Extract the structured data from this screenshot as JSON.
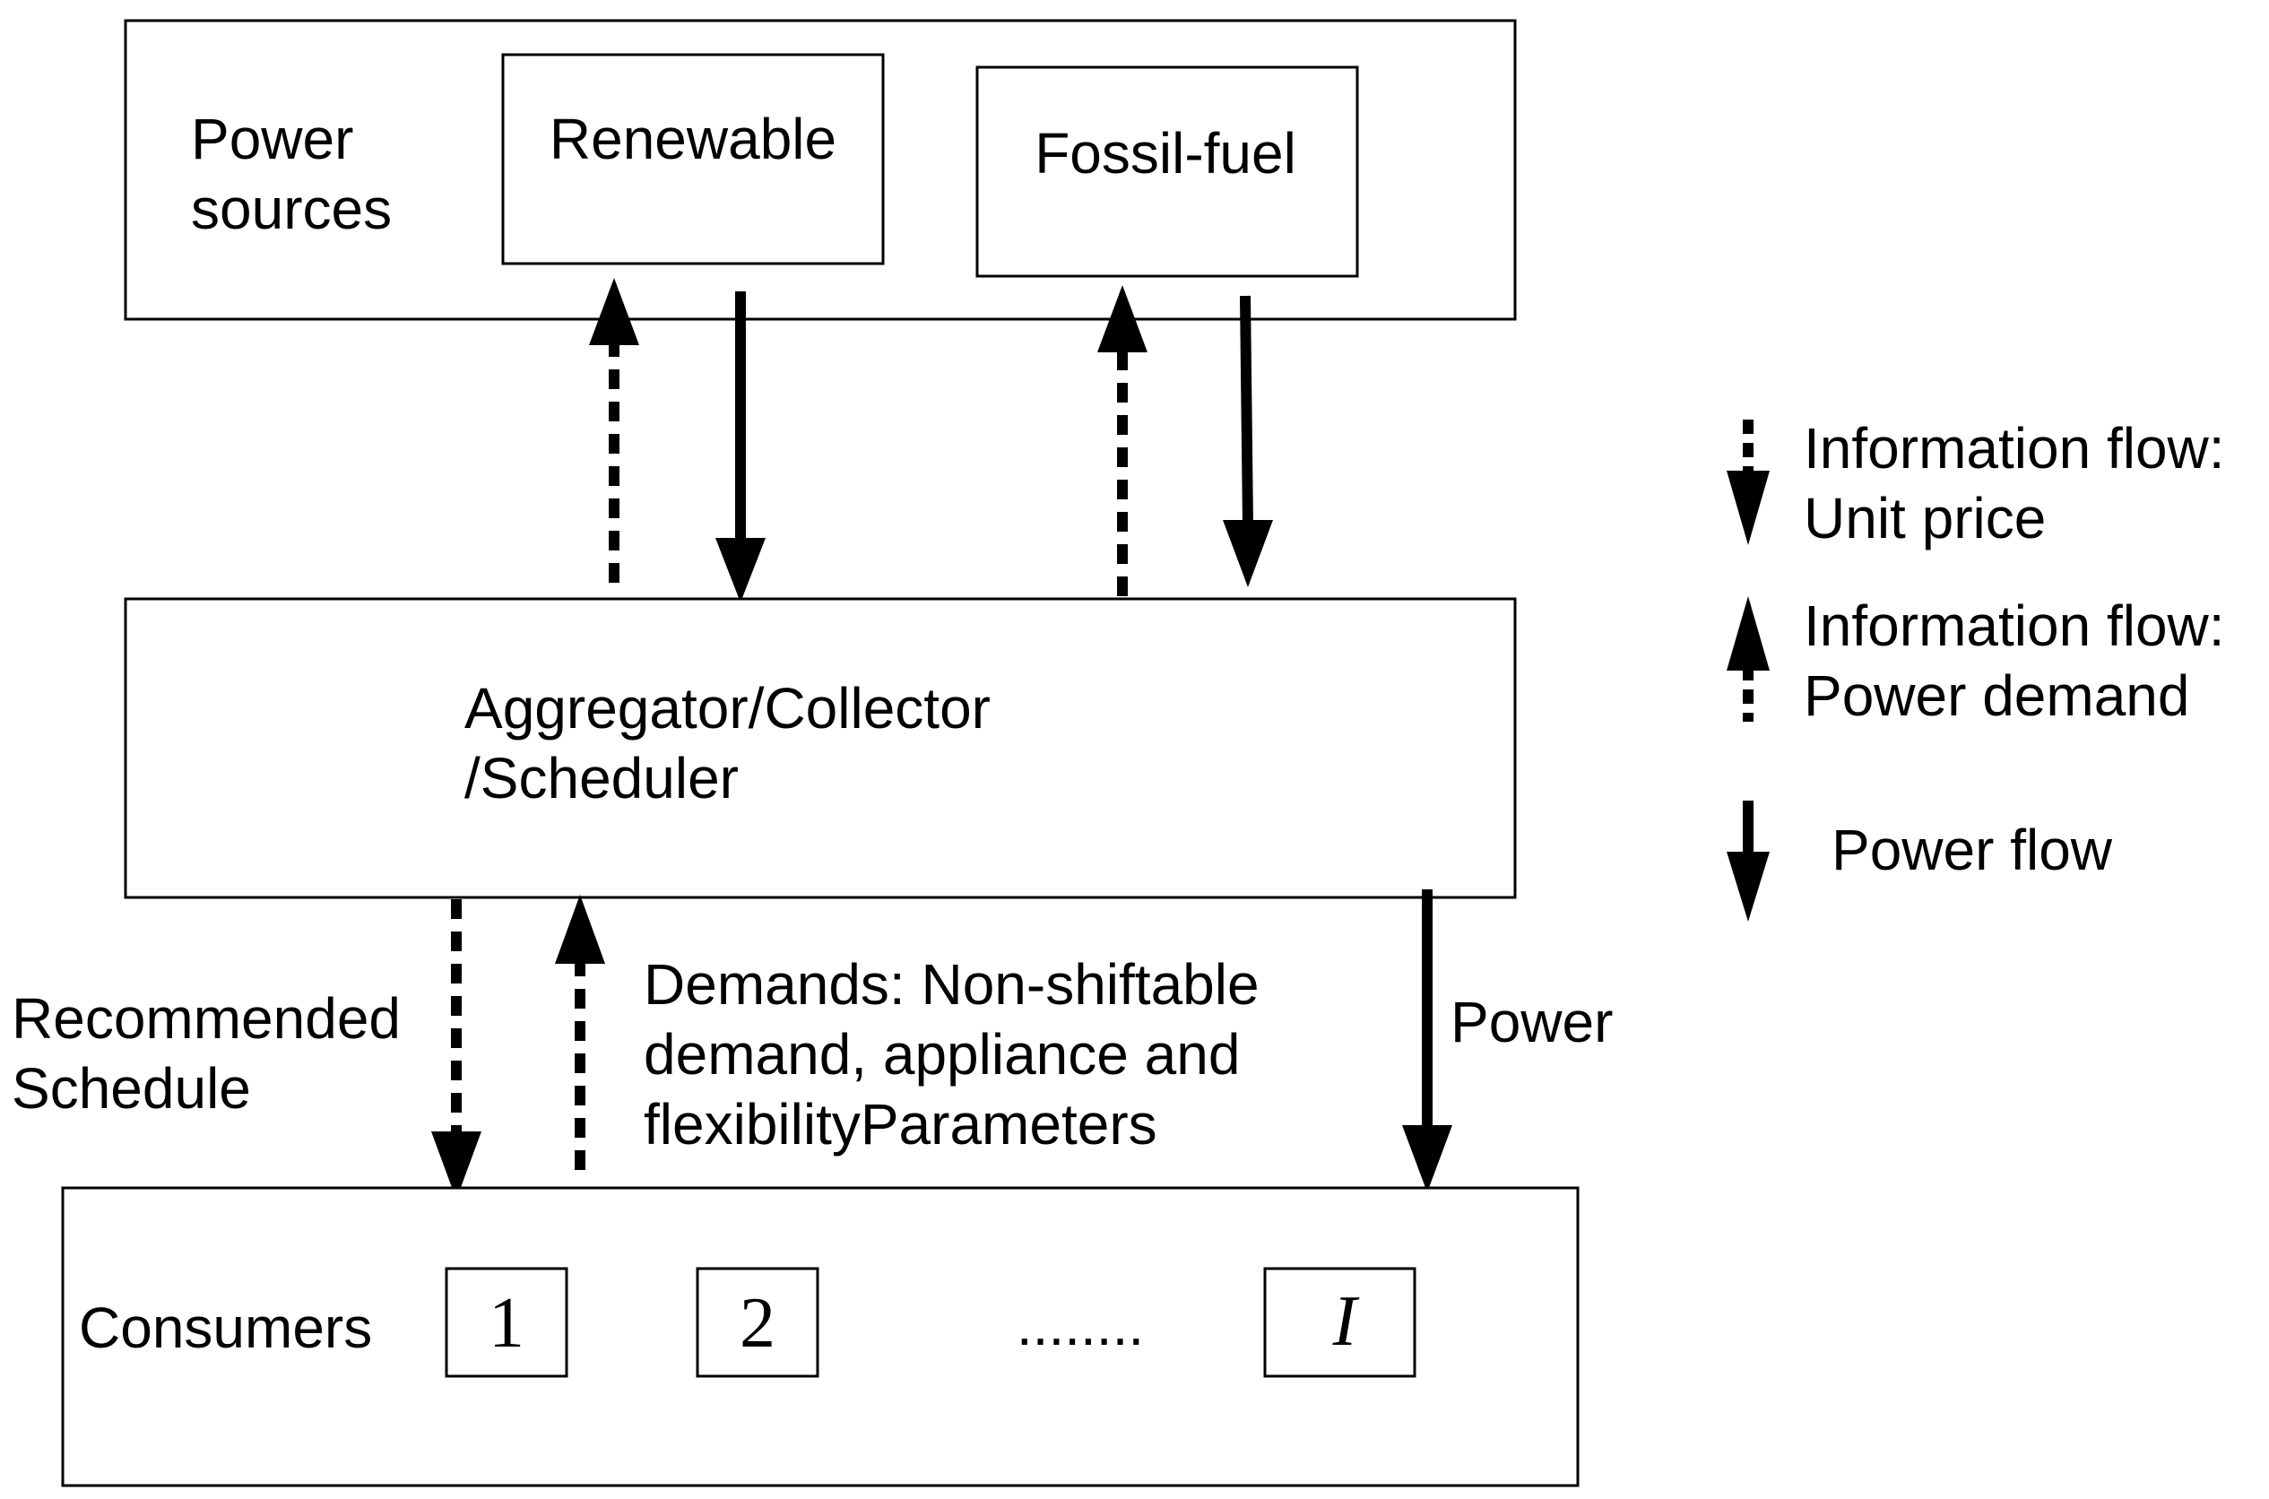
{
  "power_sources": {
    "label_line1": "Power",
    "label_line2": "sources",
    "renewable": "Renewable",
    "fossil": "Fossil-fuel"
  },
  "aggregator": {
    "line1": "Aggregator/Collector",
    "line2": "/Scheduler"
  },
  "links": {
    "recommended_line1": "Recommended",
    "recommended_line2": "Schedule",
    "demands_line1": "Demands: Non-shiftable",
    "demands_line2": "demand, appliance and",
    "demands_line3": "flexibilityParameters",
    "power": "Power"
  },
  "consumers": {
    "label": "Consumers",
    "items": [
      "1",
      "2",
      "I"
    ],
    "ellipsis": "........"
  },
  "legend": {
    "info_price_line1": "Information flow:",
    "info_price_line2": "Unit price",
    "info_demand_line1": "Information flow:",
    "info_demand_line2": "Power demand",
    "power_flow": "Power flow"
  },
  "colors": {
    "stroke": "#000000",
    "background": "#ffffff"
  }
}
